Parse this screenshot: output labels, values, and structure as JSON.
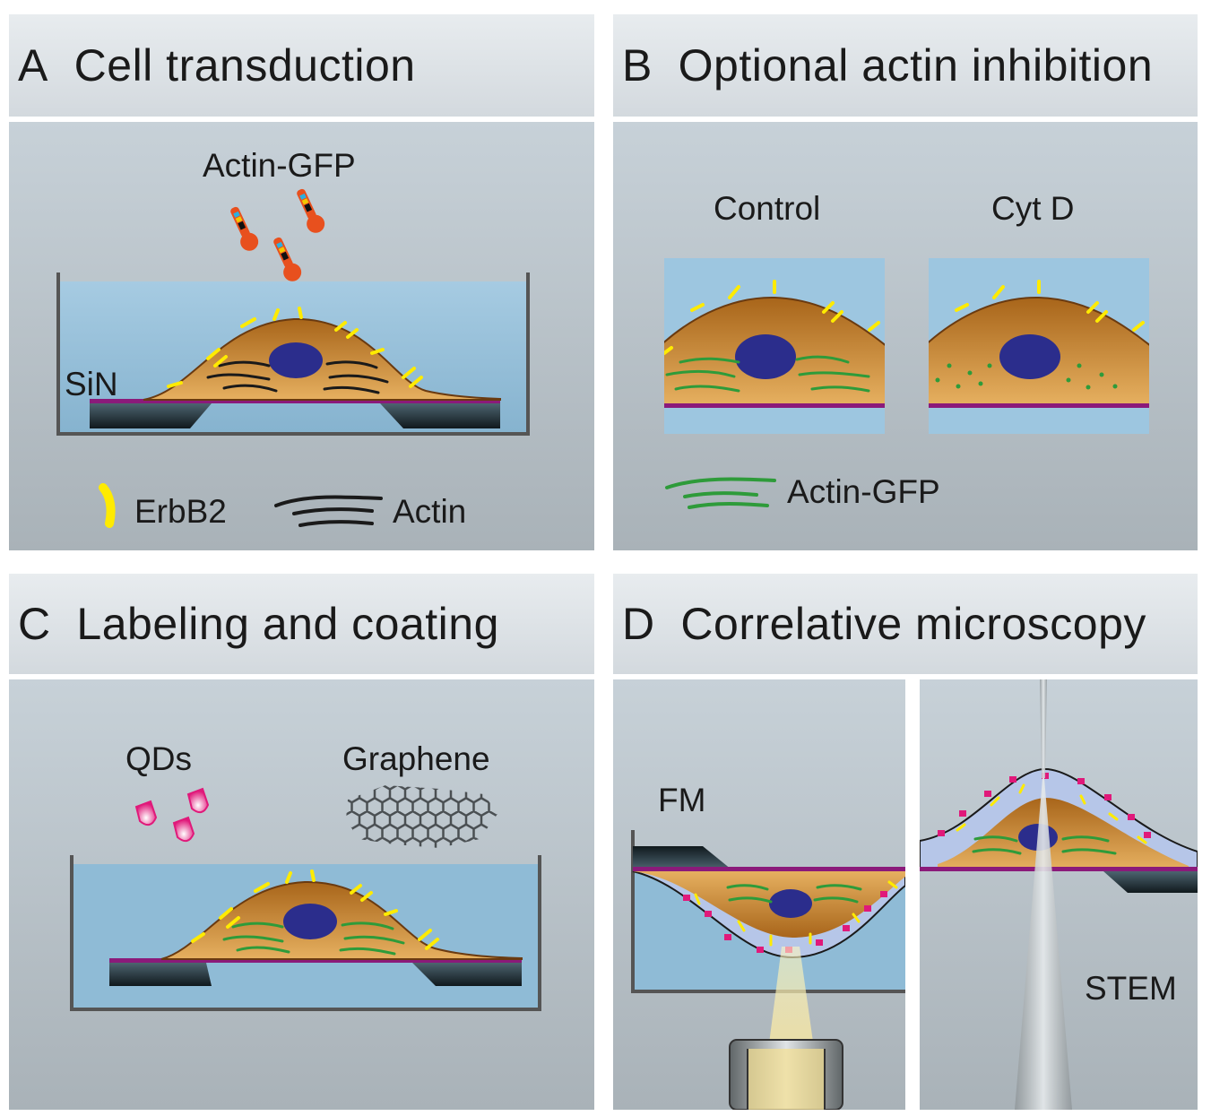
{
  "panels": {
    "a": {
      "letter": "A",
      "title": "Cell transduction",
      "virus_label": "Actin-GFP",
      "substrate_label": "SiN",
      "legend_erbb2": "ErbB2",
      "legend_actin": "Actin"
    },
    "b": {
      "letter": "B",
      "title": "Optional actin inhibition",
      "control_label": "Control",
      "cytd_label": "Cyt D",
      "legend_actin_gfp": "Actin-GFP"
    },
    "c": {
      "letter": "C",
      "title": "Labeling and coating",
      "qds_label": "QDs",
      "graphene_label": "Graphene"
    },
    "d": {
      "letter": "D",
      "title": "Correlative microscopy",
      "fm_label": "FM",
      "stem_label": "STEM"
    }
  },
  "colors": {
    "liquid": "#8fbbd6",
    "cell": "#c8862e",
    "nucleus": "#2b2d8c",
    "erbb2": "#ffeb00",
    "actin": "#1a1a1a",
    "actin_gfp": "#2e9b3a",
    "membrane": "#8b1a7a",
    "qd": "#e0197a",
    "chip": "#1f2b30"
  }
}
